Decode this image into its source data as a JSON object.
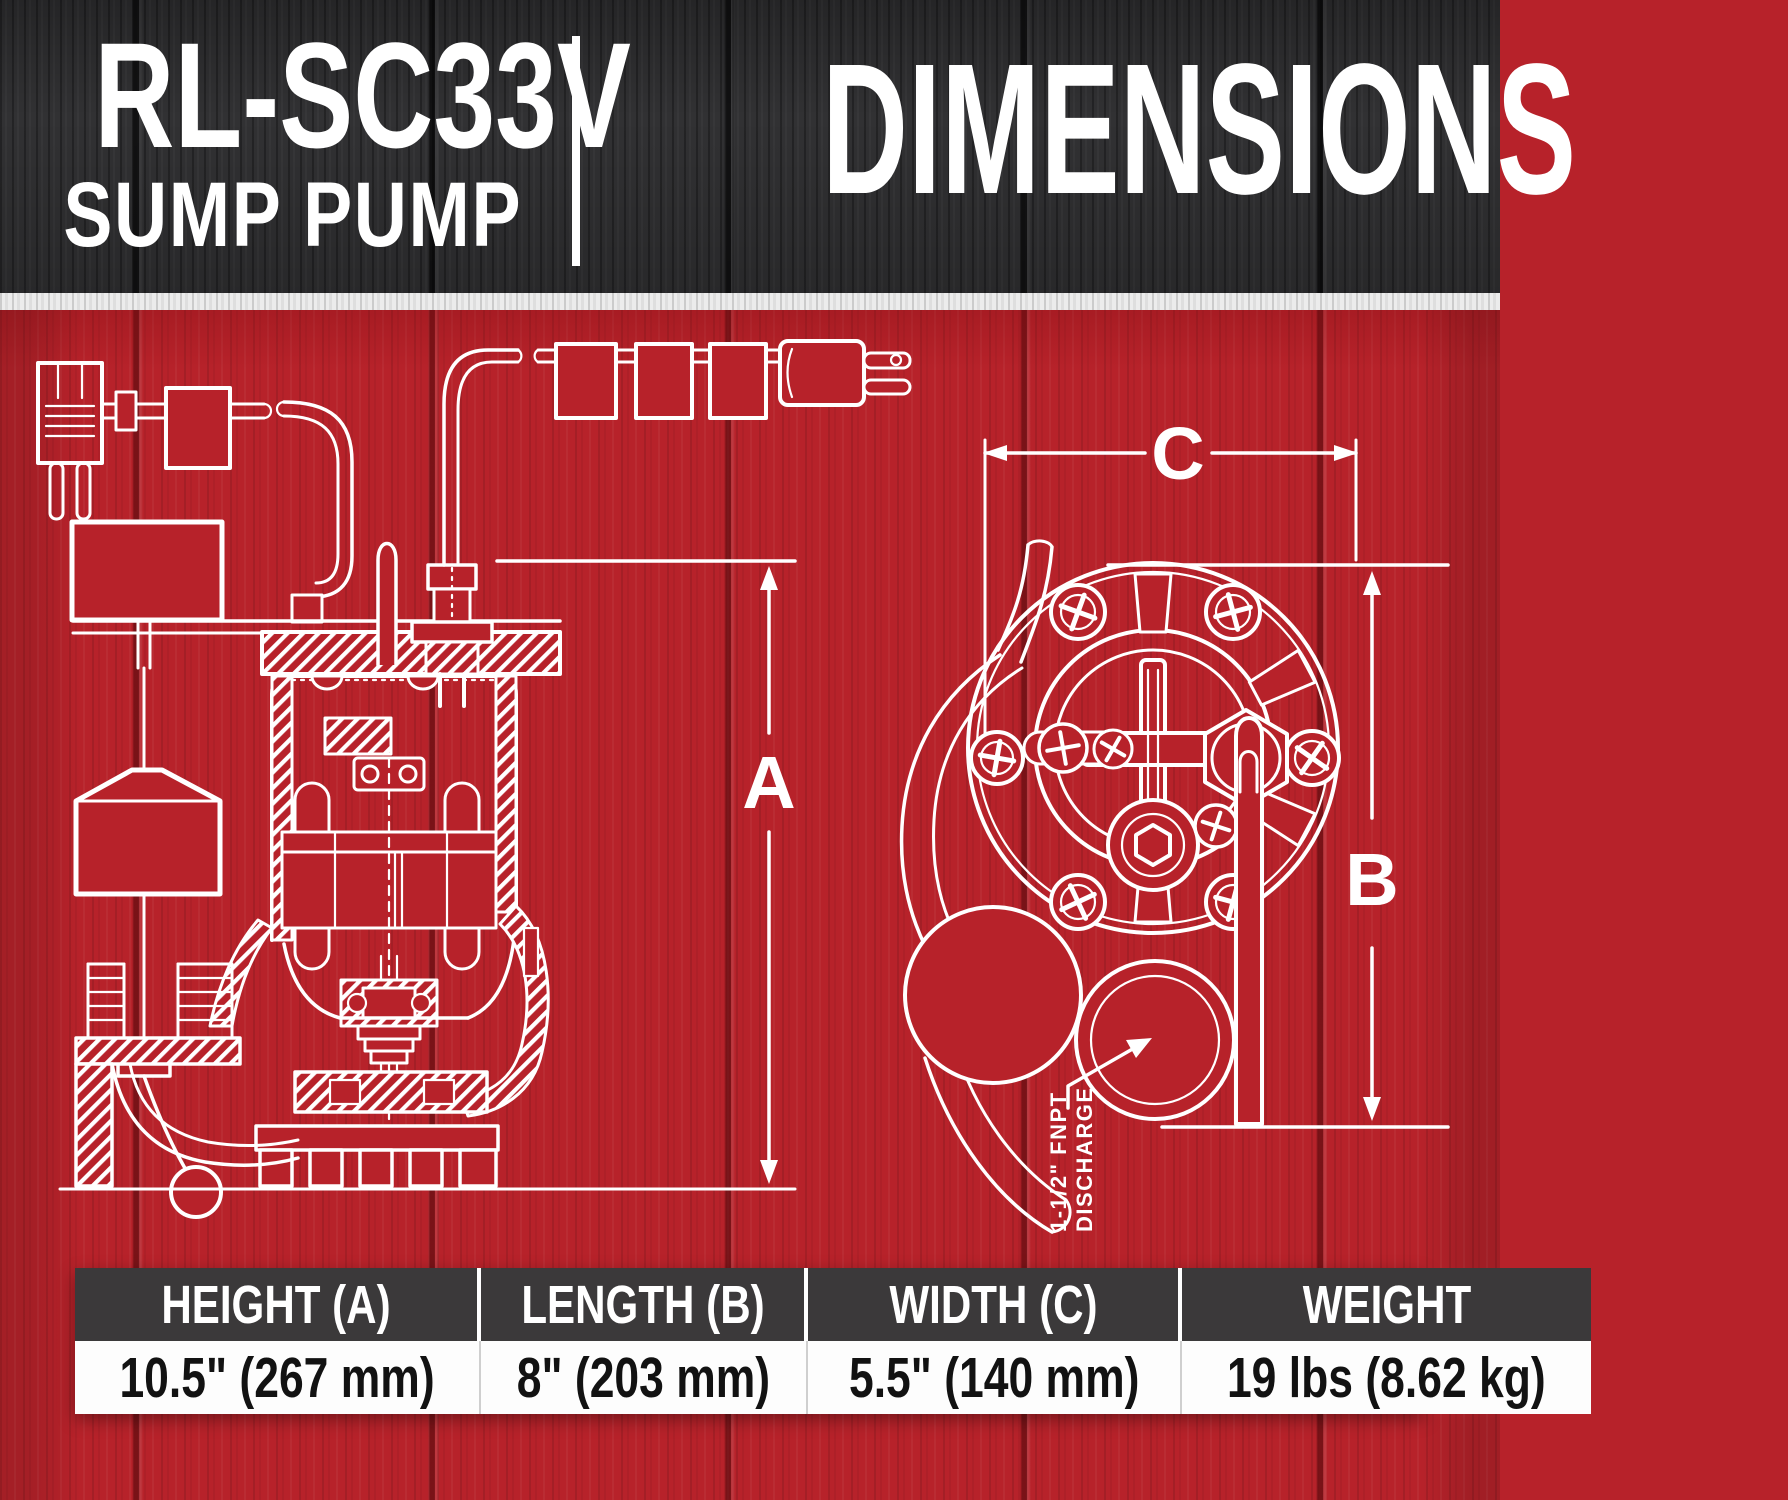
{
  "header": {
    "model": "RL-SC33V",
    "model_subtitle": "SUMP PUMP",
    "page_title": "DIMENSIONS"
  },
  "diagram": {
    "side_view": {
      "dimension_label_a": "A"
    },
    "top_view": {
      "dimension_label_b": "B",
      "dimension_label_c": "C",
      "discharge_note_line1": "1-1/2\" FNPT",
      "discharge_note_line2": "DISCHARGE"
    }
  },
  "table": {
    "columns": [
      {
        "header": "HEIGHT (A)",
        "value": "10.5\" (267 mm)"
      },
      {
        "header": "LENGTH (B)",
        "value": "8\" (203 mm)"
      },
      {
        "header": "WIDTH (C)",
        "value": "5.5\" (140 mm)"
      },
      {
        "header": "WEIGHT",
        "value": "19 lbs (8.62 kg)"
      }
    ]
  },
  "colors": {
    "red_background": "#b7222a",
    "header_wood": "#313133",
    "table_header_bg": "#3b393a",
    "drawing_line": "#ffffff"
  }
}
